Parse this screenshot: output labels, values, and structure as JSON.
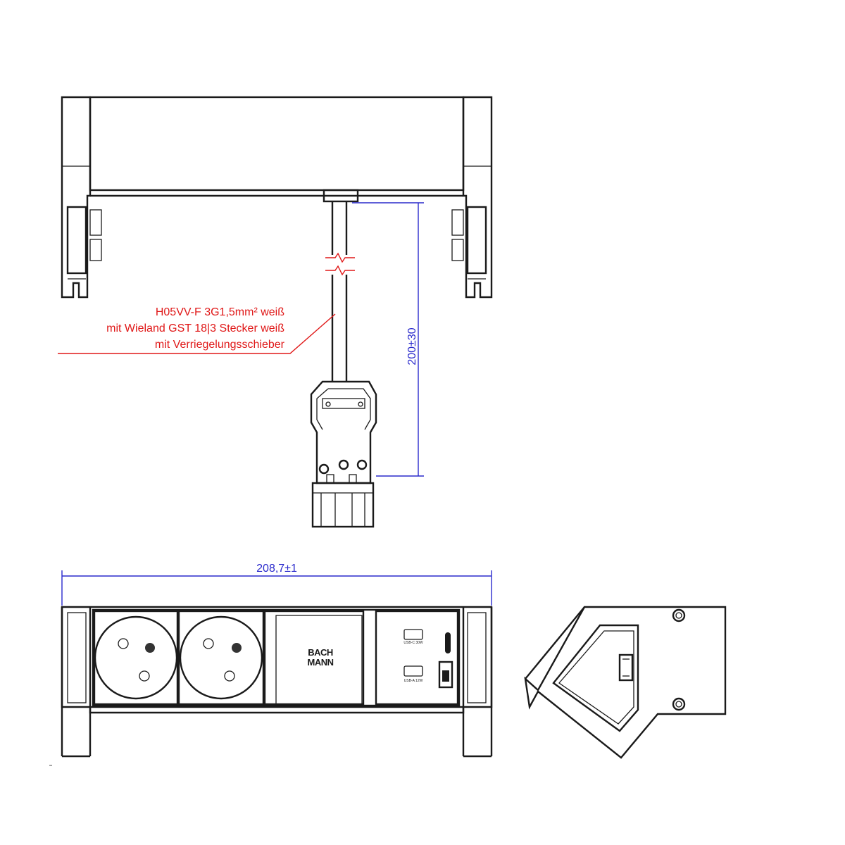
{
  "cable_note": {
    "line1": "H05VV-F 3G1,5mm² weiß",
    "line2": "mit Wieland GST 18|3 Stecker weiß",
    "line3": "mit Verriegelungsschieber"
  },
  "dimensions": {
    "cable_length": "200±30",
    "total_width": "208,7±1"
  },
  "front_panel": {
    "brand_line1": "BACH",
    "brand_line2": "MANN",
    "usb_c_label": "USB-C 30W",
    "usb_a_label": "USB-A 12W"
  },
  "colors": {
    "outline": "#1a1a1a",
    "dimension": "#2a2acc",
    "annotation": "#e01818"
  }
}
